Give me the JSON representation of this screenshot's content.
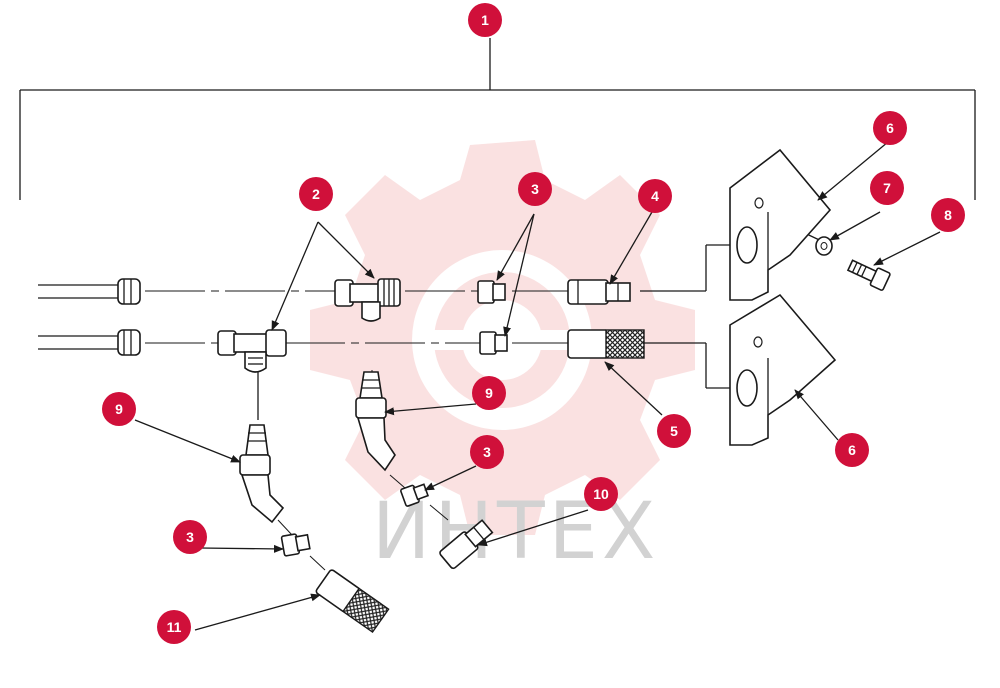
{
  "callout_color": "#d0103a",
  "watermark": {
    "text": "ИНТЕХ",
    "color": "#f4c6c6"
  },
  "callouts": {
    "c1": "1",
    "c2": "2",
    "c3a": "3",
    "c3b": "3",
    "c3c": "3",
    "c4": "4",
    "c5": "5",
    "c6a": "6",
    "c6b": "6",
    "c7": "7",
    "c8": "8",
    "c9a": "9",
    "c9b": "9",
    "c10": "10",
    "c11": "11"
  }
}
